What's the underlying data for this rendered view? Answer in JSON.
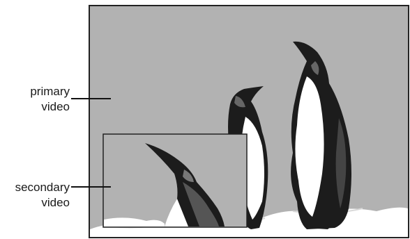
{
  "labels": {
    "primary_line1": "primary",
    "primary_line2": "video",
    "secondary_line1": "secondary",
    "secondary_line2": "video"
  },
  "colors": {
    "background": "#b2b2b2",
    "frame_border": "#222222",
    "penguin_black": "#1c1c1c",
    "penguin_dark_grey": "#555555",
    "penguin_white": "#ffffff",
    "snow": "#ffffff"
  },
  "icons": [
    "penguin-primary-tall",
    "penguin-primary-short",
    "penguin-secondary-closeup"
  ]
}
